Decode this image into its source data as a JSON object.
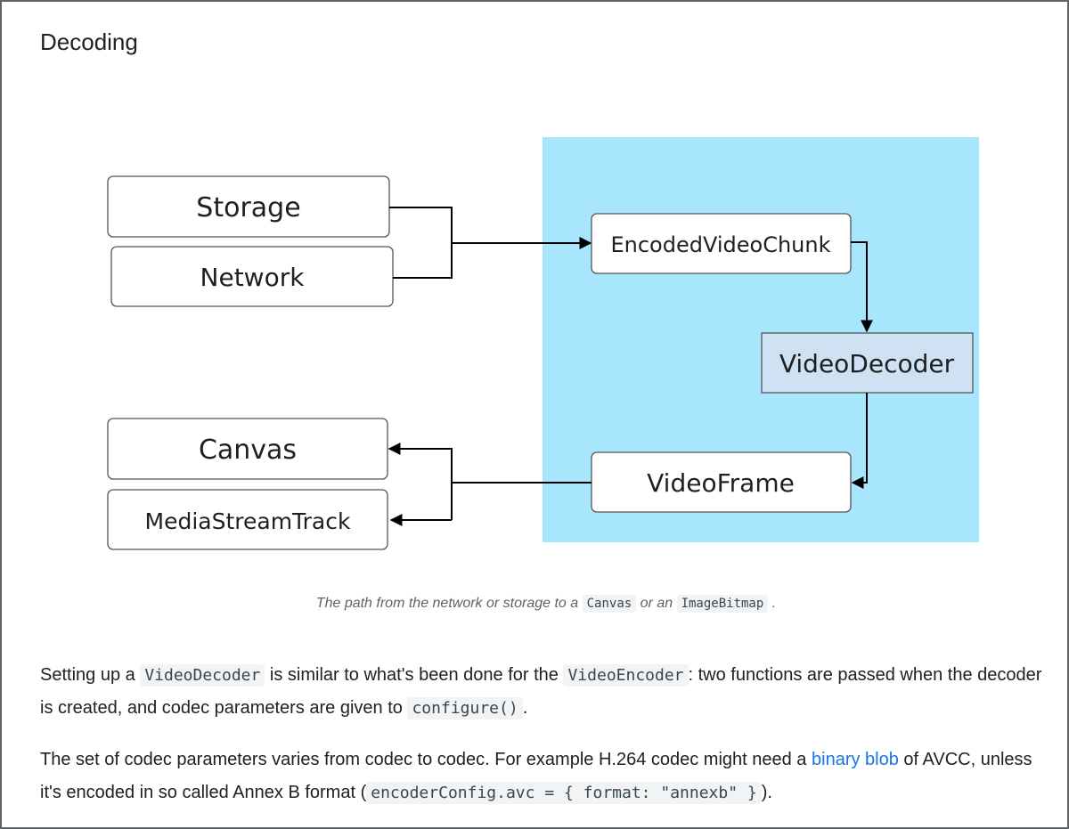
{
  "heading": "Decoding",
  "diagram": {
    "region_color": "#a8e6fd",
    "inputs": [
      "Storage",
      "Network"
    ],
    "chunk": "EncodedVideoChunk",
    "decoder": "VideoDecoder",
    "frame": "VideoFrame",
    "outputs": [
      "Canvas",
      "MediaStreamTrack"
    ]
  },
  "caption": {
    "text_1": "The path from the network or storage to a",
    "code_1": "Canvas",
    "text_2": "or an",
    "code_2": "ImageBitmap",
    "text_3": "."
  },
  "paragraph_1": {
    "t1": "Setting up a",
    "c1": "VideoDecoder",
    "t2": "is similar to what's been done for the",
    "c2": "VideoEncoder",
    "t3": ": two functions are passed when the decoder is created, and codec parameters are given to",
    "c3": "configure()",
    "t4": "."
  },
  "paragraph_2": {
    "t1": "The set of codec parameters varies from codec to codec. For example H.264 codec might need a",
    "link": "binary blob",
    "t2": "of AVCC, unless it's encoded in so called Annex B format (",
    "c1": "encoderConfig.avc = { format: \"annexb\" }",
    "t3": ")."
  }
}
